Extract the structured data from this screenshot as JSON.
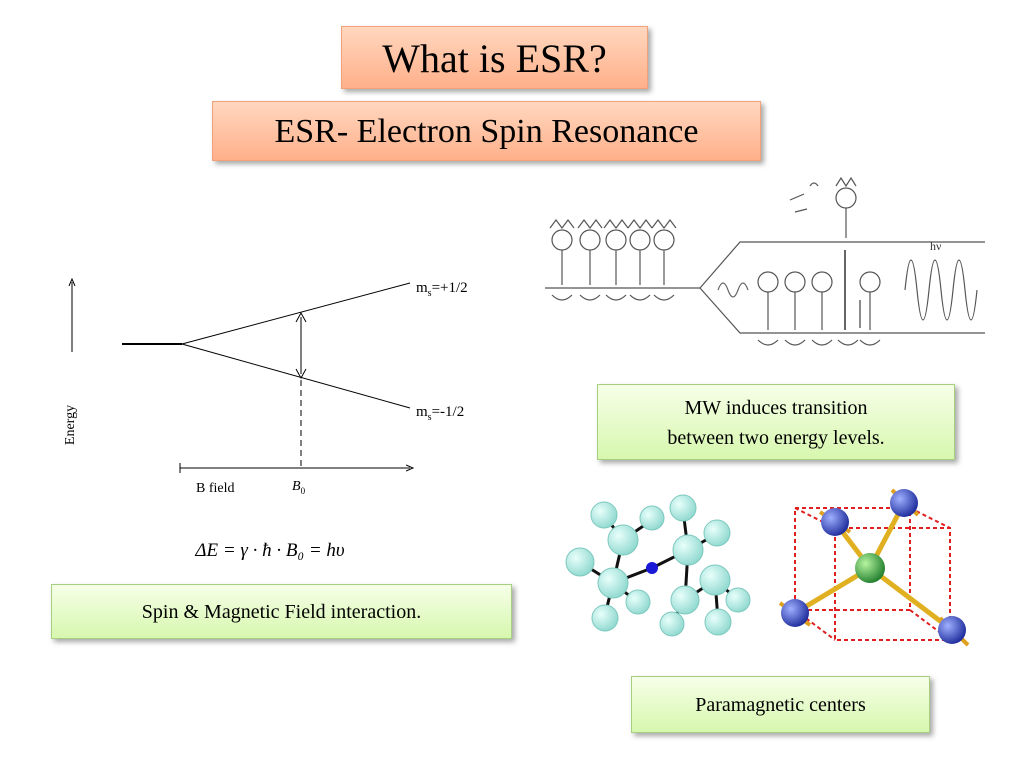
{
  "slide": {
    "title": "What is ESR?",
    "subtitle": "ESR- Electron Spin Resonance"
  },
  "energy_diagram": {
    "y_axis_label": "Energy",
    "x_axis_label": "B field",
    "b0_label": "B",
    "b0_subscript": "0",
    "upper_level_label": "m",
    "upper_level_subscript": "s",
    "upper_level_value": "=+1/2",
    "lower_level_label": "m",
    "lower_level_subscript": "s",
    "lower_level_value": "=-1/2",
    "equation": "ΔE = γ · ħ · B₀ = hυ"
  },
  "cartoon": {
    "hv_label": "hν"
  },
  "captions": {
    "mw_line1": "MW induces transition",
    "mw_line2": "between two energy levels.",
    "spin": "Spin & Magnetic Field interaction.",
    "para": "Paramagnetic centers"
  },
  "colors": {
    "title_box": "#ffc4a4",
    "caption_box": "#e4fbc6",
    "atom": "#aeeee6",
    "nitrogen": "#1a1ad6",
    "corner_atom": "#2a3fcf",
    "center_atom": "#2e9e3a",
    "bond_yellow": "#e0b020",
    "cube_dash": "#e02020"
  }
}
